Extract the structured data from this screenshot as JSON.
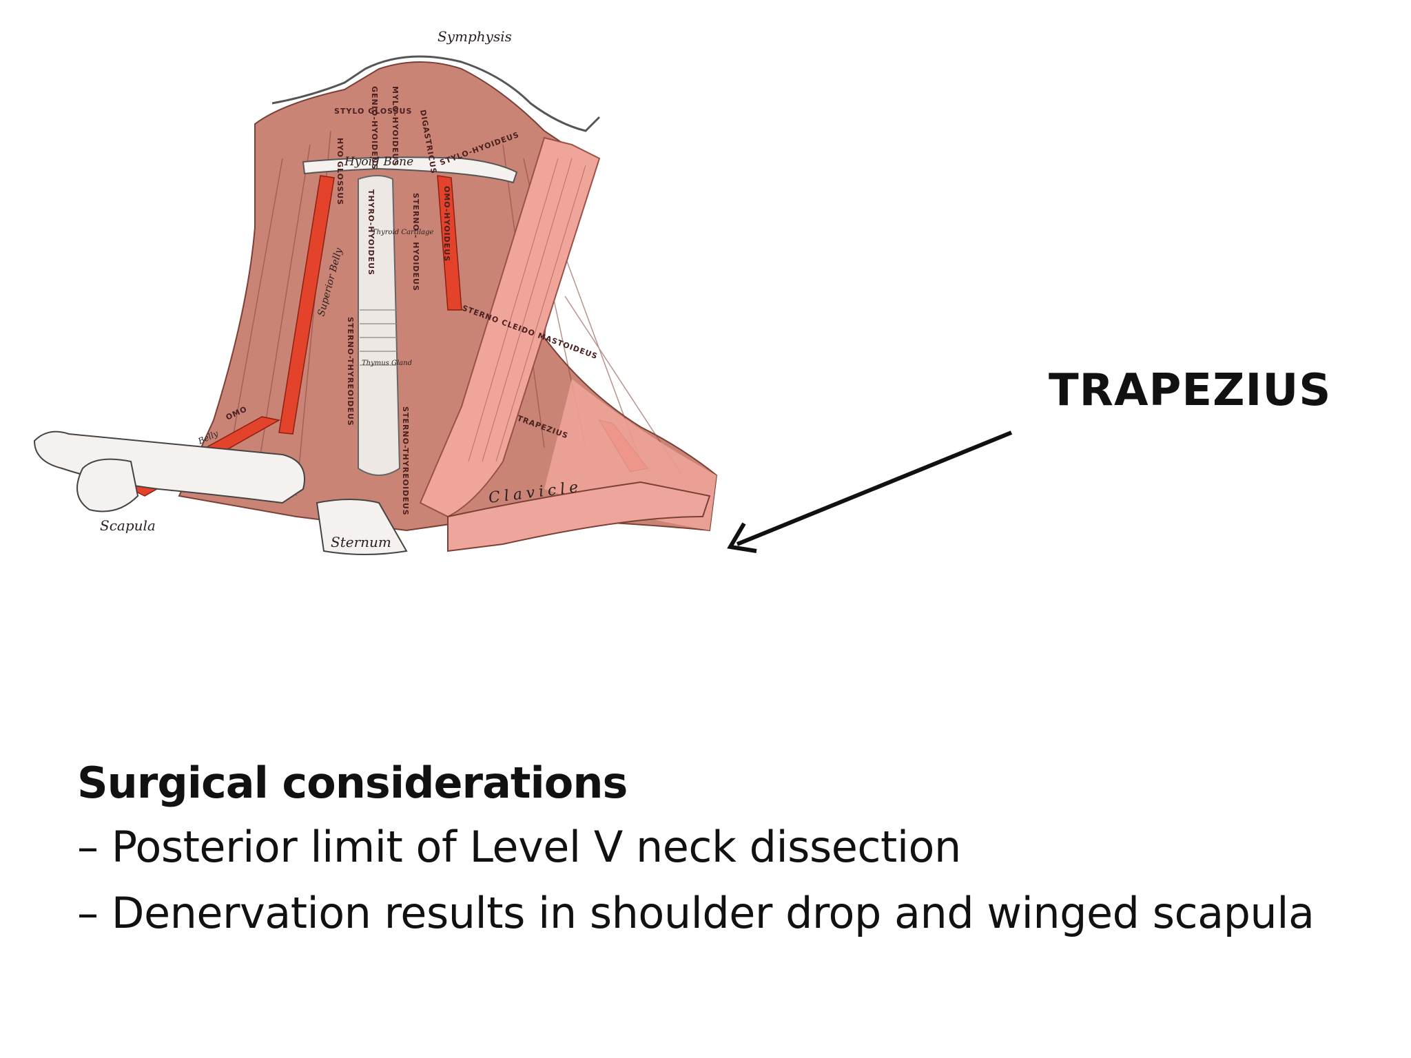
{
  "figure": {
    "labels": {
      "symphysis": "Symphysis",
      "hyoid_bone": "Hyoid Bone",
      "scapula": "Scapula",
      "sternum": "Sternum",
      "clavicle": "Clavicle",
      "stylo_glossus": "STYLO GLOSSUS",
      "hyo_glossus": "HYO GLOSSUS",
      "genio_hyoideus": "GENIO-HYOIDEUS",
      "mylo_hyoideus": "MYLO-HYOIDEUS",
      "digastricus": "DIGASTRICUS",
      "stylo_hyoideus": "STYLO-HYOIDEUS",
      "sterno_hyoideus": "STERNO - HYOIDEUS",
      "omo_hyoideus": "OMO-HYOIDEUS",
      "thyro_hyoideus": "THYRO-HYOIDEUS",
      "superior_belly": "Superior Belly",
      "sterno_thyreoideus": "STERNO-THYREOIDEUS",
      "sterno_thyreoideus_2": "STERNO-THYREOIDEUS",
      "sterno_cleido_mastoideus": "STERNO CLEIDO MASTOIDEUS",
      "trapezius_small": "TRAPEZIUS",
      "thyroid": "Thyroid Cartilage",
      "thymus": "Thymus Gland",
      "belly": "Belly",
      "omo": "OMO"
    }
  },
  "callout": {
    "label": "TRAPEZIUS"
  },
  "content": {
    "heading": "Surgical considerations",
    "bullets": [
      "– Posterior limit of Level V neck dissection",
      "– Denervation results in shoulder drop and winged scapula"
    ]
  },
  "colors": {
    "muscle": "#c98476",
    "muscle_dark": "#a85f52",
    "sternocleido": "#f0a59a",
    "strap_red": "#e4432b",
    "bone": "#f4f1ee",
    "text": "#111111"
  }
}
